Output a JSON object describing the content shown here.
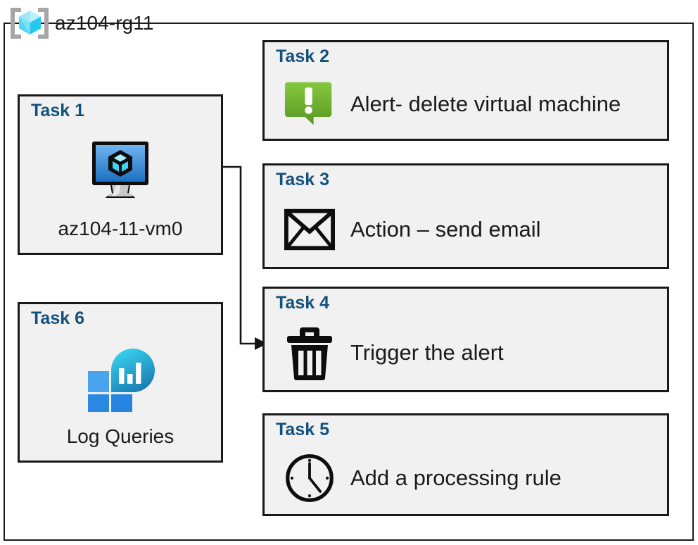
{
  "resource_group": {
    "name": "az104-rg11",
    "icon": "resource-group-cube-icon"
  },
  "tasks": [
    {
      "id": "task1",
      "title": "Task 1",
      "label": "az104-11-vm0",
      "icon": "virtual-machine-icon",
      "layout": "vertical"
    },
    {
      "id": "task2",
      "title": "Task 2",
      "label": "Alert- delete virtual machine",
      "icon": "alert-callout-icon",
      "layout": "horizontal"
    },
    {
      "id": "task3",
      "title": "Task 3",
      "label": "Action – send email",
      "icon": "envelope-icon",
      "layout": "horizontal"
    },
    {
      "id": "task4",
      "title": "Task 4",
      "label": "Trigger the alert",
      "icon": "trash-can-icon",
      "layout": "horizontal"
    },
    {
      "id": "task5",
      "title": "Task 5",
      "label": "Add a processing rule",
      "icon": "clock-icon",
      "layout": "horizontal"
    },
    {
      "id": "task6",
      "title": "Task 6",
      "label": "Log Queries",
      "icon": "log-analytics-icon",
      "layout": "vertical"
    }
  ],
  "connector": {
    "from": "task1",
    "to": "task4",
    "style": "elbow-arrow"
  },
  "colors": {
    "task_title": "#13517c",
    "card_background": "#f1f1f1",
    "card_border": "#191919",
    "alert_green_light": "#7fc241",
    "alert_green_dark": "#5d9a24",
    "vm_blue_light": "#6bb0ef",
    "vm_blue_dark": "#1f75c4",
    "log_cyan": "#33cdeb",
    "log_teal": "#1a7fb5",
    "log_blue": "#2a8ae0",
    "bracket_gray": "#a6a6a6",
    "icon_black": "#0d0d0d"
  }
}
